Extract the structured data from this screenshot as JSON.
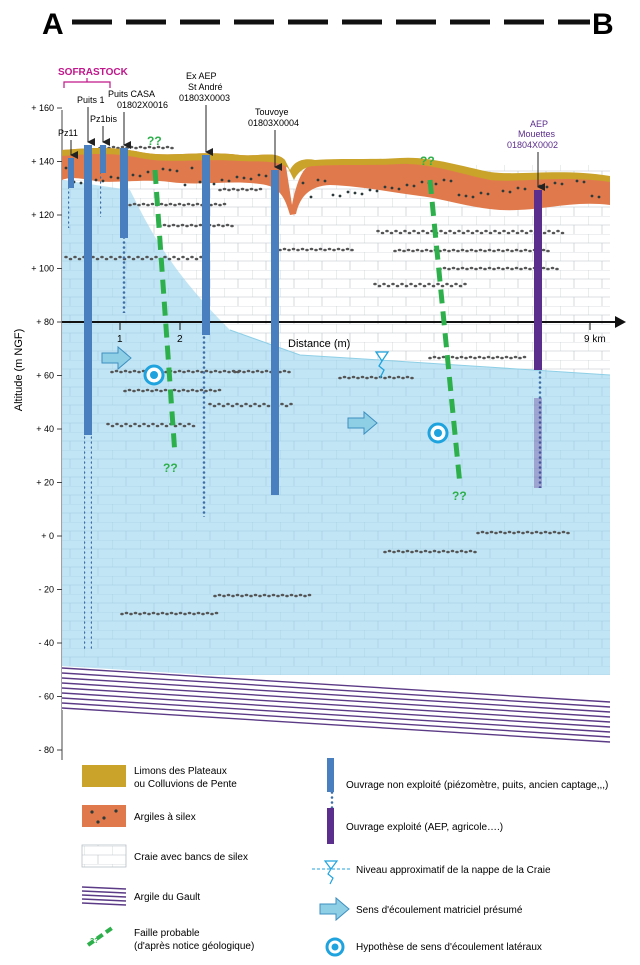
{
  "section": {
    "start_label": "A",
    "end_label": "B",
    "y_axis_label": "Altitude (m NGF)",
    "x_axis_label": "Distance (m)",
    "y_ticks": [
      {
        "value": 160,
        "label": "+ 160"
      },
      {
        "value": 140,
        "label": "+ 140"
      },
      {
        "value": 120,
        "label": "+ 120"
      },
      {
        "value": 100,
        "label": "+ 100"
      },
      {
        "value": 80,
        "label": "+ 80"
      },
      {
        "value": 60,
        "label": "+ 60"
      },
      {
        "value": 40,
        "label": "+ 40"
      },
      {
        "value": 20,
        "label": "+ 20"
      },
      {
        "value": 0,
        "label": "+ 0"
      },
      {
        "value": -20,
        "label": "- 20"
      },
      {
        "value": -40,
        "label": "- 40"
      },
      {
        "value": -60,
        "label": "- 60"
      },
      {
        "value": -80,
        "label": "- 80"
      }
    ],
    "x_ticks": [
      "1",
      "2",
      "9 km"
    ]
  },
  "wells": [
    {
      "name": "Pz11",
      "code": "",
      "type": "non-exploited"
    },
    {
      "name": "Puits 1",
      "code": "",
      "type": "non-exploited"
    },
    {
      "name": "Pz1bis",
      "code": "",
      "type": "non-exploited"
    },
    {
      "name": "Puits CASA",
      "code": "01802X0016",
      "type": "non-exploited"
    },
    {
      "name": "Ex AEP",
      "name2": "St André",
      "code": "01803X0003",
      "type": "non-exploited"
    },
    {
      "name": "Touvoye",
      "code": "01803X0004",
      "type": "non-exploited"
    },
    {
      "name": "AEP",
      "name2": "Mouettes",
      "code": "01804X0002",
      "type": "exploited"
    }
  ],
  "group_label": "SOFRASTOCK",
  "fault_marks": [
    "??",
    "??",
    "??",
    "??"
  ],
  "colors": {
    "limons": "#c9a32a",
    "argiles": "#e07a4c",
    "water": "#bfe4f4",
    "well_non_exploited": "#4a7fbf",
    "well_exploited": "#5b2d8c",
    "fault": "#2db04b",
    "flow_arrow": "#8ecfe6",
    "gault": "#5b3a86",
    "brand": "#c0168b"
  },
  "legend": {
    "limons_line1": "Limons des Plateaux",
    "limons_line2": "ou Colluvions de Pente",
    "argiles": "Argiles à silex",
    "craie": "Craie avec bancs de silex",
    "gault": "Argile du Gault",
    "faille_line1": "Faille probable",
    "faille_line2": "(d'après notice géologique)",
    "non_exploite": "Ouvrage non exploité (piézomètre, puits, ancien captage,,,)",
    "exploite": "Ouvrage exploité (AEP, agricole….)",
    "niveau": "Niveau approximatif de la nappe de la Craie",
    "sens": "Sens d'écoulement matriciel présumé",
    "hypothese": "Hypothèse de sens d'écoulement latéraux"
  }
}
